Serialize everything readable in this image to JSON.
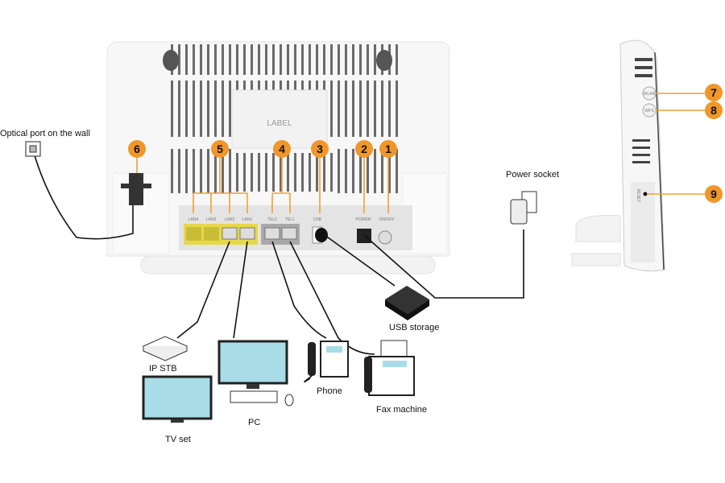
{
  "labels": {
    "optical_port": "Optical port on the wall",
    "power_socket": "Power socket",
    "usb_storage": "USB storage",
    "ip_stb": "IP STB",
    "tv_set": "TV set",
    "pc": "PC",
    "phone": "Phone",
    "fax_machine": "Fax machine",
    "router_label": "LABEL"
  },
  "ports": [
    "LAN4",
    "LAN3",
    "LAN2",
    "LAN1",
    "TEL2",
    "TEL1",
    "USB",
    "POWER",
    "ON/OFF"
  ],
  "side_buttons": [
    "WLAN",
    "WPS",
    "RESET"
  ],
  "callouts": [
    "1",
    "2",
    "3",
    "4",
    "5",
    "6",
    "7",
    "8",
    "9"
  ],
  "colors": {
    "callout": "#f0962a",
    "lan": "#e6d84a",
    "panel": "#a8a8a8",
    "screen": "#a8dde8"
  }
}
